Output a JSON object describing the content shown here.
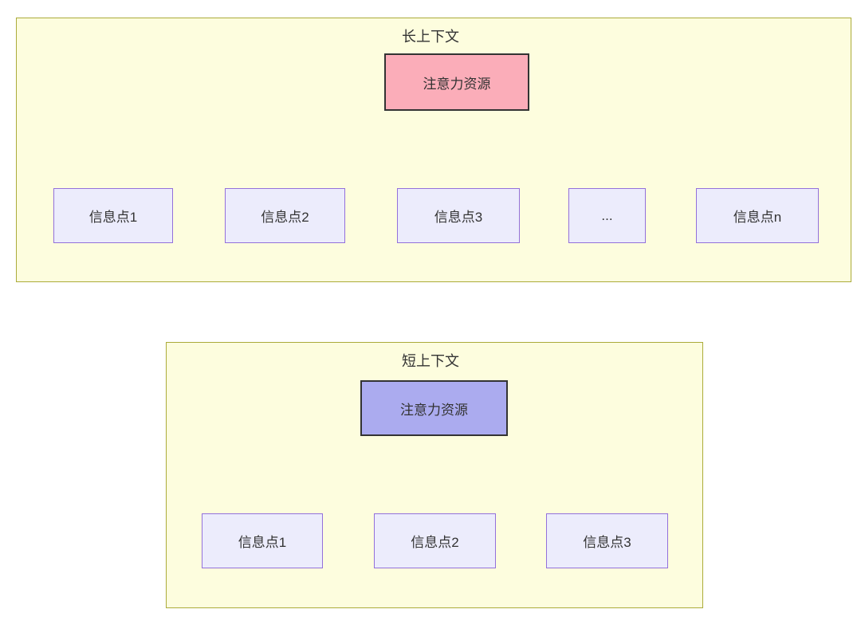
{
  "diagram": {
    "long_context": {
      "title": "长上下文",
      "attention_label": "注意力资源",
      "nodes": [
        "信息点1",
        "信息点2",
        "信息点3",
        "...",
        "信息点n"
      ]
    },
    "short_context": {
      "title": "短上下文",
      "attention_label": "注意力资源",
      "nodes": [
        "信息点1",
        "信息点2",
        "信息点3"
      ]
    },
    "colors": {
      "container_fill": "#fdfdde",
      "container_border": "#abab3a",
      "attention_long_fill": "#fbadb9",
      "attention_short_fill": "#ababef",
      "attention_border": "#333333",
      "node_fill": "#ececfc",
      "node_border": "#9370db",
      "edge_color": "#333333",
      "text_color": "#333333"
    }
  }
}
